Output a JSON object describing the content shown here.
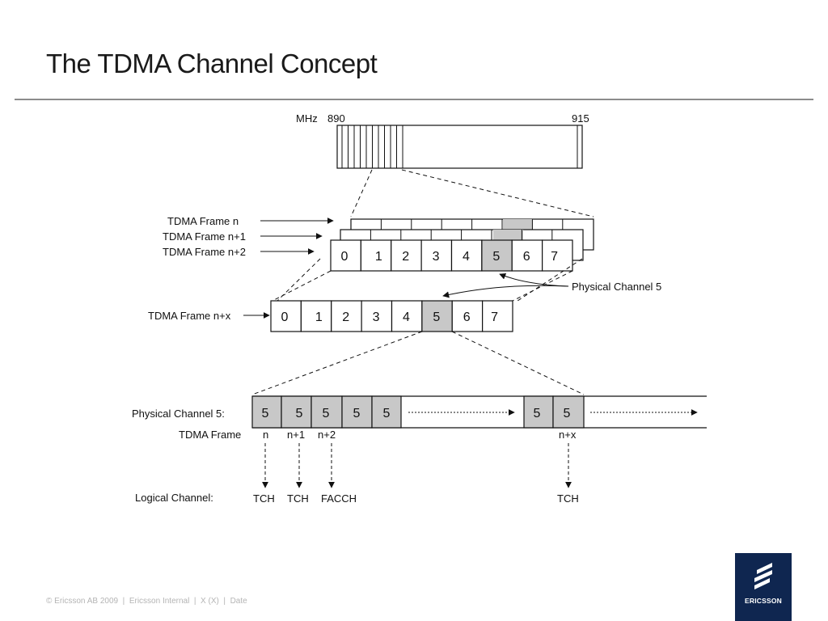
{
  "title": "The TDMA Channel Concept",
  "band": {
    "unit": "MHz",
    "start": "890",
    "end": "915"
  },
  "frames": {
    "n": "TDMA Frame n",
    "n1": "TDMA Frame n+1",
    "n2": "TDMA Frame n+2",
    "nx": "TDMA Frame n+x"
  },
  "timeslots": [
    "0",
    "1",
    "2",
    "3",
    "4",
    "5",
    "6",
    "7"
  ],
  "highlighted_slot": "5",
  "physical_channel_callout": "Physical Channel 5",
  "physical_channel_row": {
    "label": "Physical Channel 5:",
    "slot_value": "5"
  },
  "frame_row": {
    "label": "TDMA Frame",
    "indices": [
      "n",
      "n+1",
      "n+2",
      "n+x"
    ]
  },
  "logical_row": {
    "label": "Logical Channel:",
    "channels": [
      "TCH",
      "TCH",
      "FACCH",
      "TCH"
    ]
  },
  "footer": {
    "copyright": "© Ericsson AB 2009",
    "classification": "Ericsson Internal",
    "page": "X (X)",
    "date": "Date",
    "separator": "|"
  },
  "logo": {
    "wordmark": "ERICSSON",
    "color": "#0f2650"
  },
  "colors": {
    "highlight": "#c8c8c8",
    "line": "#111111",
    "rule": "#8c8c8c"
  }
}
